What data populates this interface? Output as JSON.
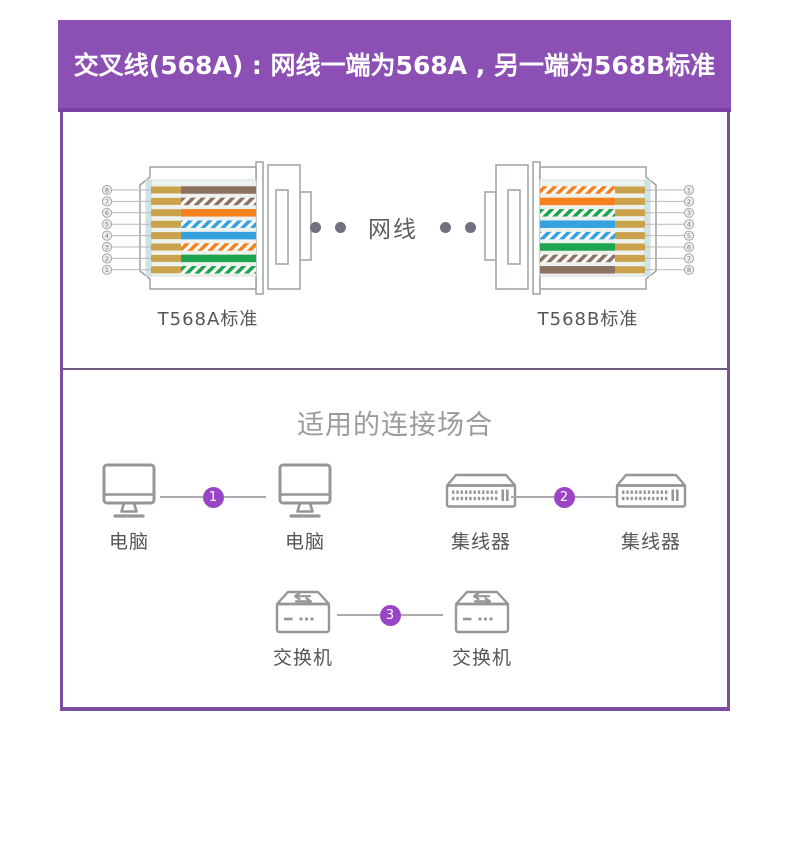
{
  "banner": {
    "title": "交叉线(568A) : 网线一端为568A , 另一端为568B标准"
  },
  "diagram": {
    "left_connector": {
      "label": "T568A标准",
      "pins": [
        "8",
        "7",
        "6",
        "5",
        "4",
        "3",
        "2",
        "1"
      ],
      "wires": [
        "brown",
        "white-brown",
        "orange",
        "white-blue",
        "blue",
        "white-orange",
        "green",
        "white-green"
      ]
    },
    "right_connector": {
      "label": "T568B标准",
      "pins": [
        "1",
        "2",
        "3",
        "4",
        "5",
        "6",
        "7",
        "8"
      ],
      "wires": [
        "white-orange",
        "orange",
        "white-green",
        "blue",
        "white-blue",
        "green",
        "white-brown",
        "brown"
      ]
    },
    "cable_label": "网线",
    "palette": {
      "gold": "#c9a24b",
      "brown": "#8d7163",
      "orange": "#f5801d",
      "blue": "#35a2df",
      "green": "#1ea44e",
      "panel": "#edf2ee",
      "panel_strip": "#cfe2e4",
      "panel_stroke": "#d6ddd9",
      "outline": "#9ba2a2"
    }
  },
  "scenarios": {
    "heading": "适用的连接场合",
    "connections": [
      {
        "number": "1",
        "left": {
          "icon": "computer",
          "label": "电脑"
        },
        "right": {
          "icon": "computer",
          "label": "电脑"
        }
      },
      {
        "number": "2",
        "left": {
          "icon": "hub",
          "label": "集线器"
        },
        "right": {
          "icon": "hub",
          "label": "集线器"
        }
      },
      {
        "number": "3",
        "left": {
          "icon": "switch",
          "label": "交换机"
        },
        "right": {
          "icon": "switch",
          "label": "交换机"
        }
      }
    ]
  },
  "colors": {
    "banner_bg": "#8c4fb4",
    "banner_edge": "#7b3f9f",
    "banner_text": "#ffffff",
    "box_border": "#7c4da1",
    "divider": "#6d5a7e",
    "badge": "#9a45c5",
    "line": "#ababaf",
    "icon_stroke": "#94969a",
    "label": "#55565a",
    "heading": "#9b9b9b",
    "cable_text": "#5e5e62",
    "dot": "#756e7e"
  }
}
